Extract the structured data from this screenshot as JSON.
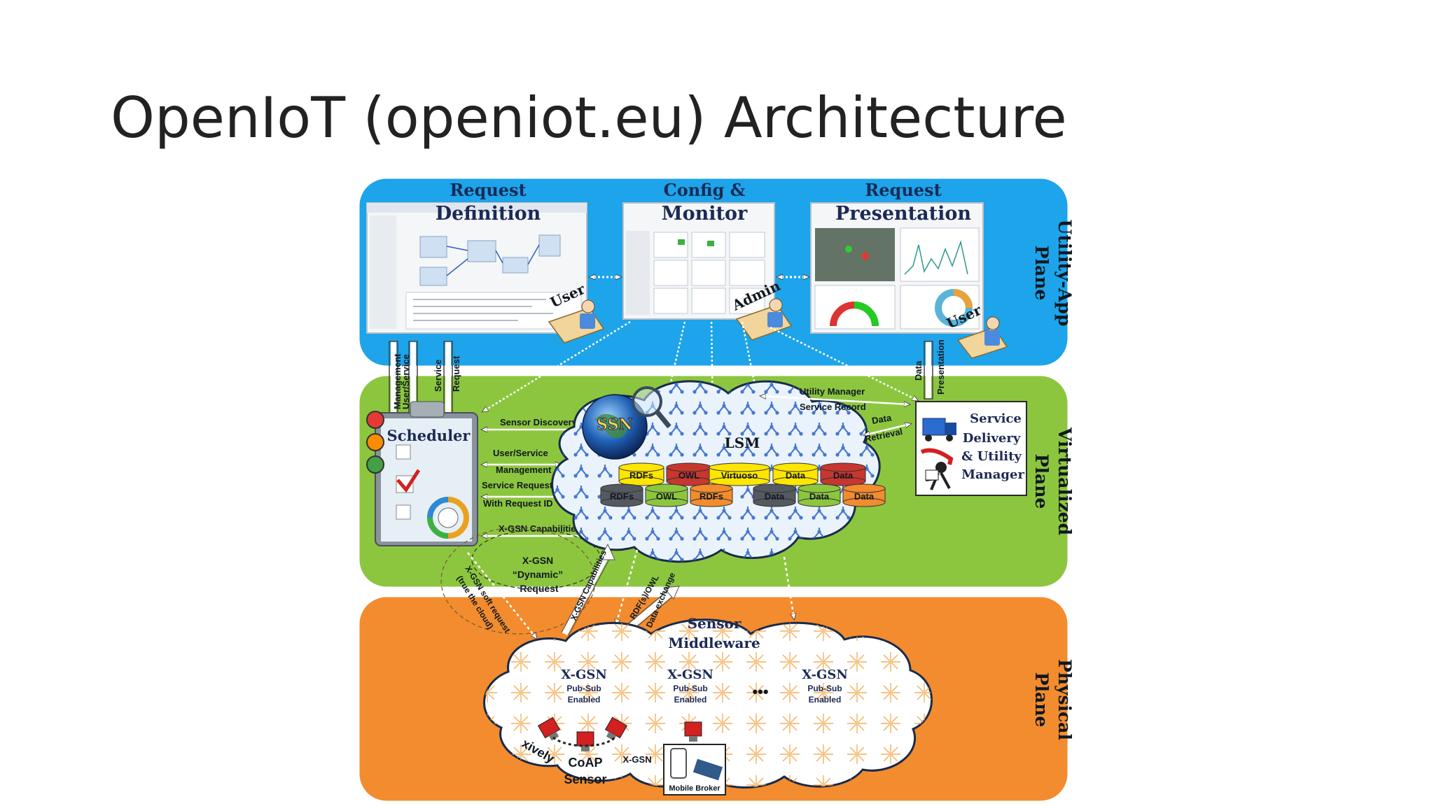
{
  "slide_title": "OpenIoT (openiot.eu) Architecture",
  "planes": {
    "utility": [
      "Utility-App",
      "Plane"
    ],
    "virtualized": [
      "Virtualized",
      "Plane"
    ],
    "physical": [
      "Physical",
      "Plane"
    ]
  },
  "screens": {
    "request_definition": [
      "Request",
      "Definition"
    ],
    "config_monitor": [
      "Config &",
      "Monitor"
    ],
    "request_presentation": [
      "Request",
      "Presentation"
    ]
  },
  "roles": {
    "user": "User",
    "admin": "Admin"
  },
  "vertical_labels": {
    "management": "Management",
    "user_service": "User/Service",
    "service": "Service",
    "request": "Request",
    "data": "Data",
    "presentation": "Presentation"
  },
  "components": {
    "scheduler": "Scheduler",
    "ssn": "SSN",
    "lsm": "LSM",
    "service_delivery": [
      "Service",
      "Delivery",
      "& Utility",
      "Manager"
    ],
    "sensor_middleware": [
      "Sensor",
      "Middleware"
    ]
  },
  "flow_labels": {
    "sensor_discovery": "Sensor Discovery",
    "user_service": "User/Service",
    "management": "Management",
    "service_request": "Service Request",
    "with_request_id": "With Request ID",
    "xgsn_capabilities": "X-GSN Capabilities",
    "xgsn_dynamic_request": [
      "X-GSN",
      "“Dynamic”",
      "Request"
    ],
    "utility_manager": "Utility Manager",
    "service_record": "Service Record",
    "data": "Data",
    "retrieval": "Retrieval",
    "xgsn_soft_request": [
      "X-GSN soft request",
      "(true the cloud)"
    ],
    "xgsn_capabilities_diag": "X-GSN Capabilities",
    "rdf_owl": "RDF(s)/OWL",
    "data_exchange": "Data exchange"
  },
  "storage_top": [
    "RDFs",
    "OWL",
    "Virtuoso",
    "Data",
    "Data"
  ],
  "storage_bottom": [
    "RDFs",
    "OWL",
    "RDFs",
    "Data",
    "Data",
    "Data"
  ],
  "xgsn_nodes": [
    [
      "X-GSN",
      "Pub-Sub",
      "Enabled"
    ],
    [
      "X-GSN",
      "Pub-Sub",
      "Enabled"
    ],
    [
      "X-GSN",
      "Pub-Sub",
      "Enabled"
    ]
  ],
  "ellipsis": "•••",
  "sensors": {
    "xively": "xively",
    "coap": [
      "CoAP",
      "Sensor"
    ],
    "xgsn": "X-GSN",
    "mobile_broker": "Mobile Broker"
  },
  "colors": {
    "utility_plane": "#1da4ea",
    "virtualized_plane": "#8cc63f",
    "physical_plane": "#f28c2e",
    "heading_text": "#1c2a55"
  }
}
